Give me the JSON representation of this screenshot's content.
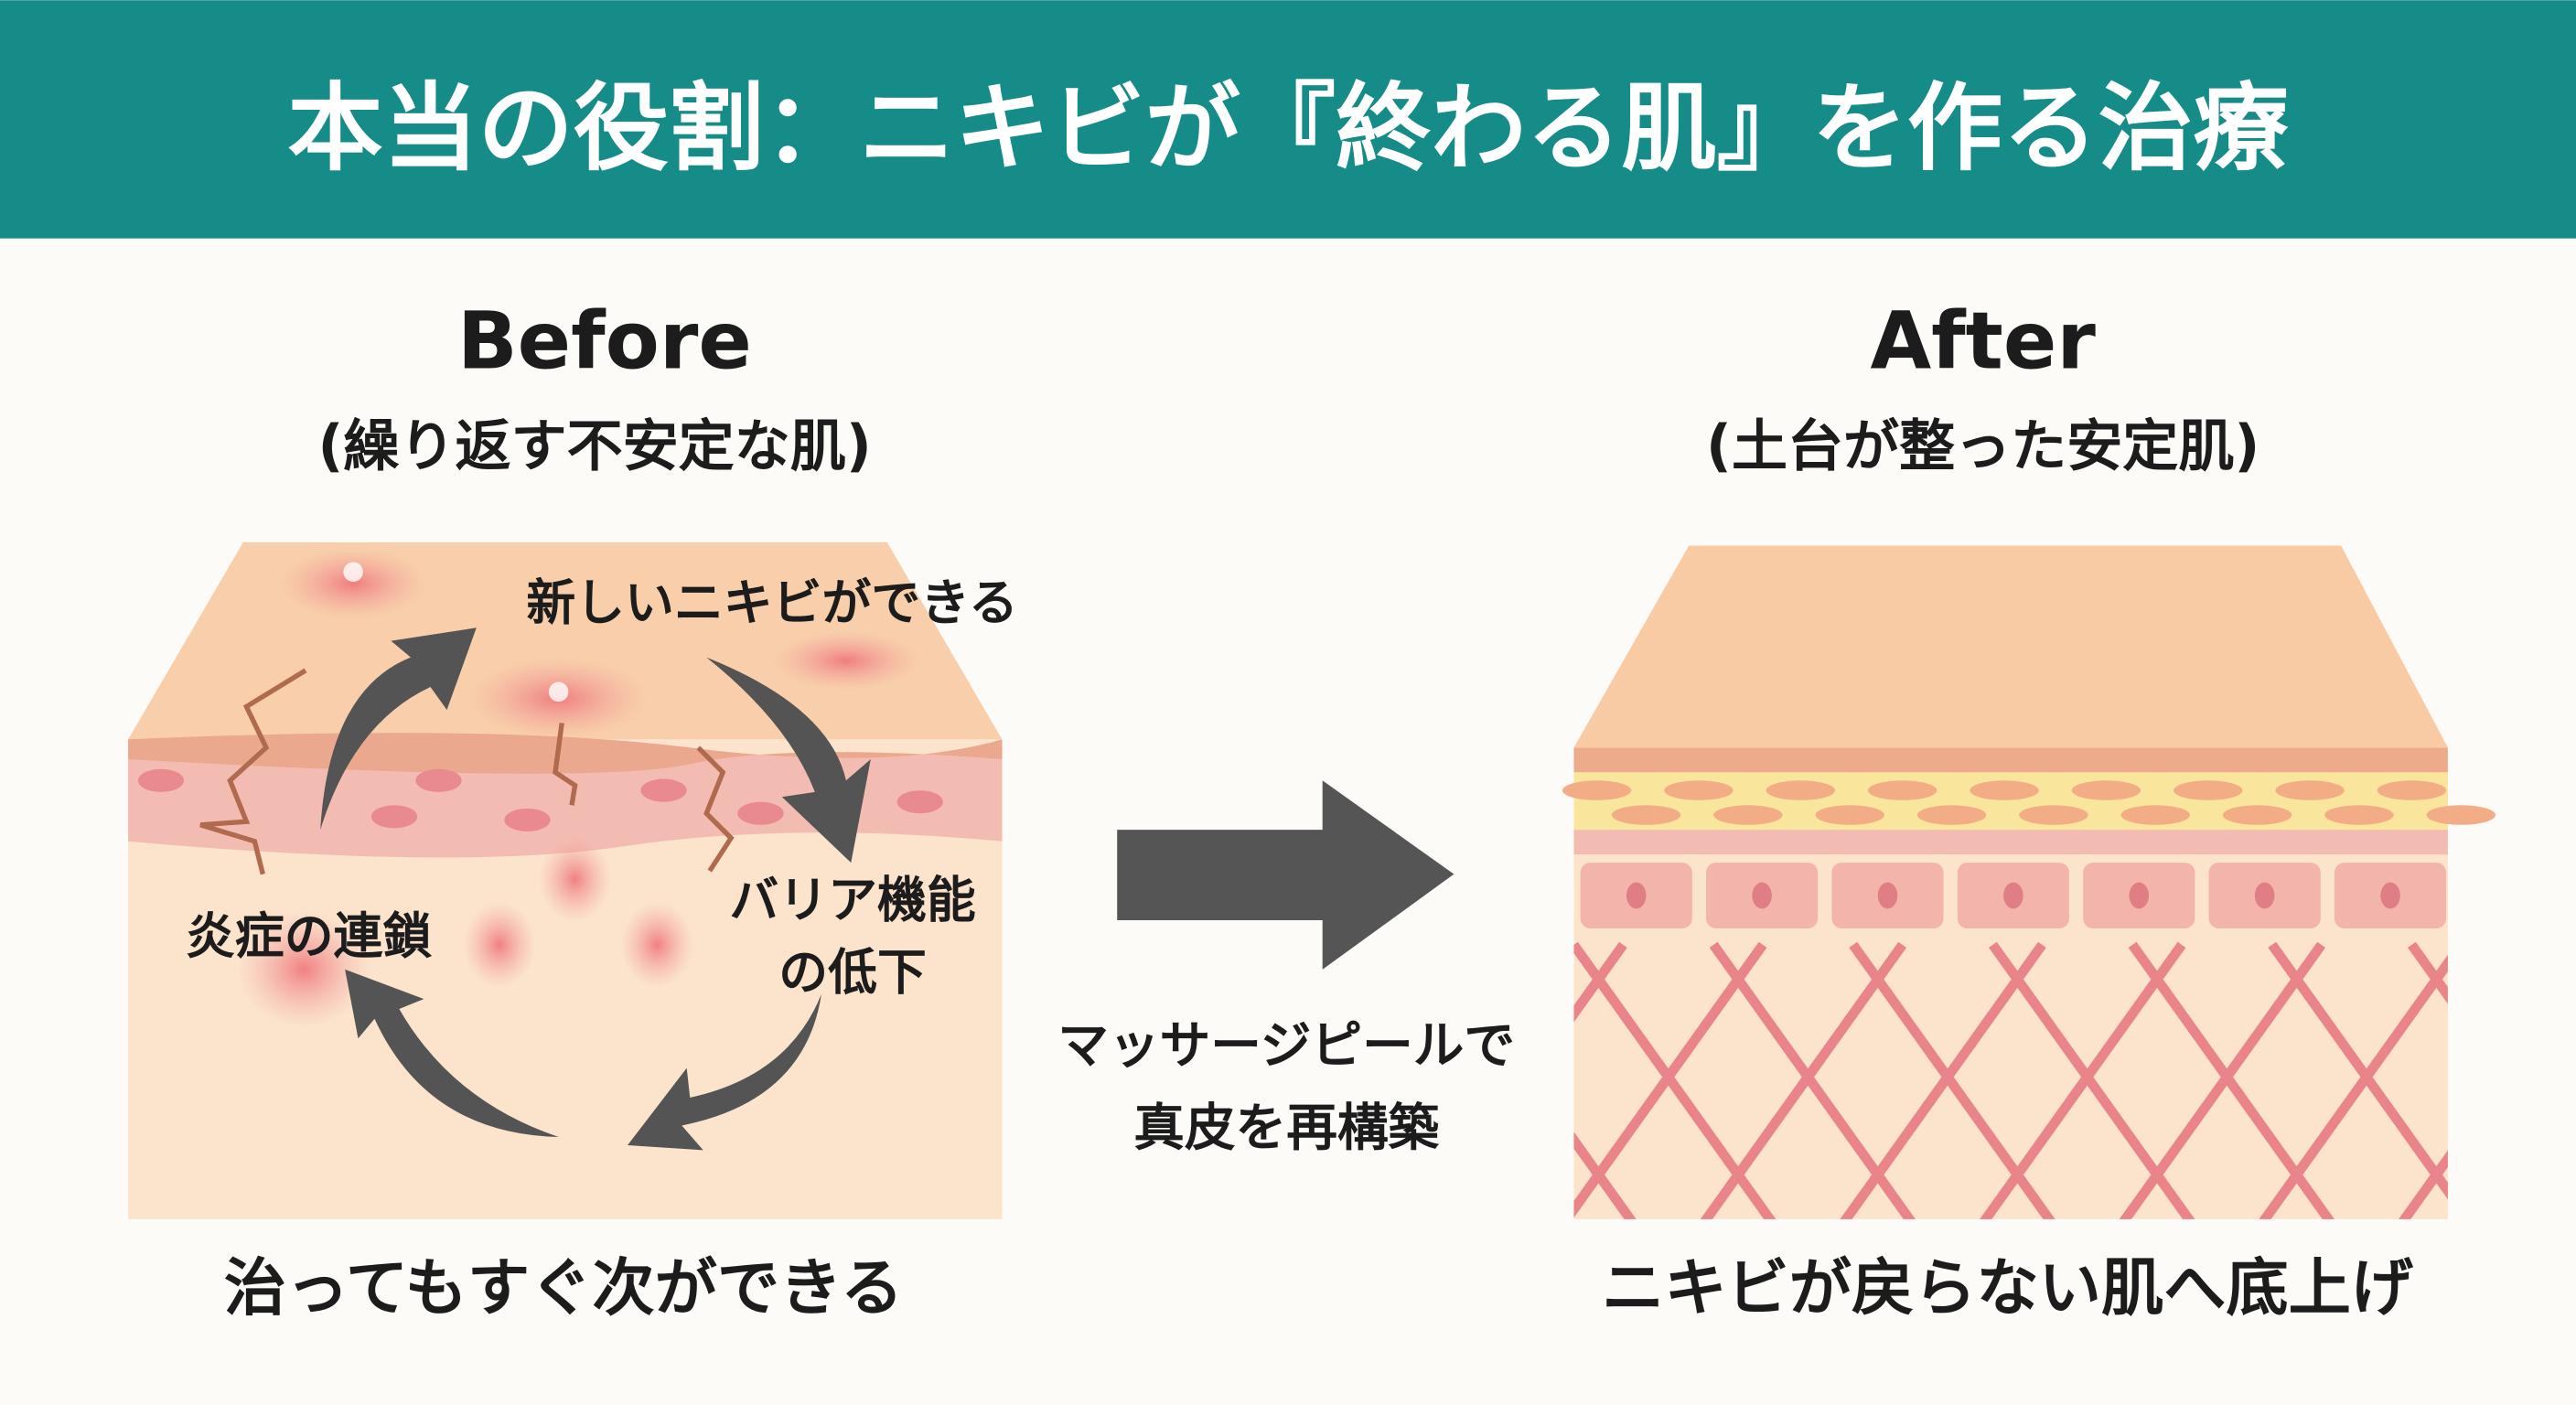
{
  "header": {
    "title": "本当の役割：ニキビが『終わる肌』を作る治療",
    "bg_color": "#168c88"
  },
  "before": {
    "heading": "Before",
    "subheading": "(繰り返す不安定な肌)",
    "cycle_labels": [
      "新しいニキビができる",
      "バリア機能",
      "の低下",
      "炎症の連鎖"
    ],
    "caption": "治ってもすぐ次ができる"
  },
  "transition": {
    "line1": "マッサージピールで",
    "line2": "真皮を再構築",
    "arrow_color": "#555555"
  },
  "after": {
    "heading": "After",
    "subheading": "(土台が整った安定肌)",
    "caption": "ニキビが戻らない肌へ底上げ"
  },
  "colors": {
    "skin": "#f7cfac",
    "skin_light": "#fbe3cc",
    "epidermis_pink": "#f2b8b0",
    "yellow_layer": "#f9e69c",
    "collagen": "#e9848a"
  }
}
